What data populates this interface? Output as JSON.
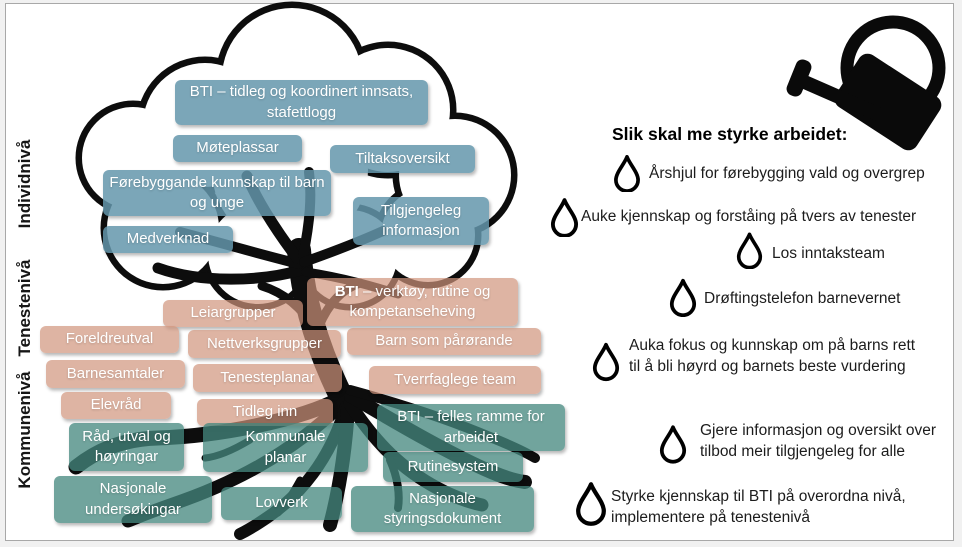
{
  "levels": [
    "Individnivå",
    "Tenestenivå",
    "Kommunenivå"
  ],
  "boxes": {
    "bti_top": "BTI – tidleg og koordinert innsats, stafettlogg",
    "moteplassar": "Møteplassar",
    "tiltaksoversikt": "Tiltaksoversikt",
    "forebyggande": "Førebyggande kunnskap til barn og unge",
    "tilgjengeleg": "Tilgjengeleg informasjon",
    "medverknad": "Medverknad",
    "bti_mid_bold": "BTI",
    "bti_mid_rest": " – verktøy, rutine og kompetanseheving",
    "leiargrupper": "Leiargrupper",
    "foreldreutval": "Foreldreutval",
    "nettverksgrupper": "Nettverksgrupper",
    "barn_som_parorande": "Barn som pårørande",
    "barnesamtaler": "Barnesamtaler",
    "tenesteplanar": "Tenesteplanar",
    "tverrfaglege_team": "Tverrfaglege team",
    "elevrad": "Elevråd",
    "tidleg_inn": "Tidleg inn",
    "bti_felles": "BTI – felles ramme for arbeidet",
    "rad_utval": "Råd, utval og høyringar",
    "kommunale_planar": "Kommunale planar",
    "rutinesystem": "Rutinesystem",
    "nasjonale_undersokingar": "Nasjonale undersøkingar",
    "lovverk": "Lovverk",
    "nasjonale_styringsdokument": "Nasjonale styringsdokument"
  },
  "right_panel": {
    "title": "Slik skal me styrke arbeidet:",
    "items": [
      "Årshjul for førebygging vald og overgrep",
      "Auke kjennskap og forståing på tvers av tenester",
      "Los inntaksteam",
      "Drøftingstelefon barnevernet",
      "Auka fokus og kunnskap om på barns rett til å bli høyrd og barnets beste vurdering",
      "Gjere informasjon og oversikt over tilbod meir tilgjengeleg for alle",
      "Styrke kjennskap til BTI på overordna nivå, implementere på tenestenivå"
    ]
  },
  "icons": {
    "watering_can": "watering-can",
    "water_drop": "water-drop"
  },
  "colors": {
    "box_blue": "#7ba6b8",
    "box_tan": "#deb4a3",
    "box_teal": "#7eaca5",
    "ink": "#0d0d0d",
    "border": "#a8a8a8"
  }
}
